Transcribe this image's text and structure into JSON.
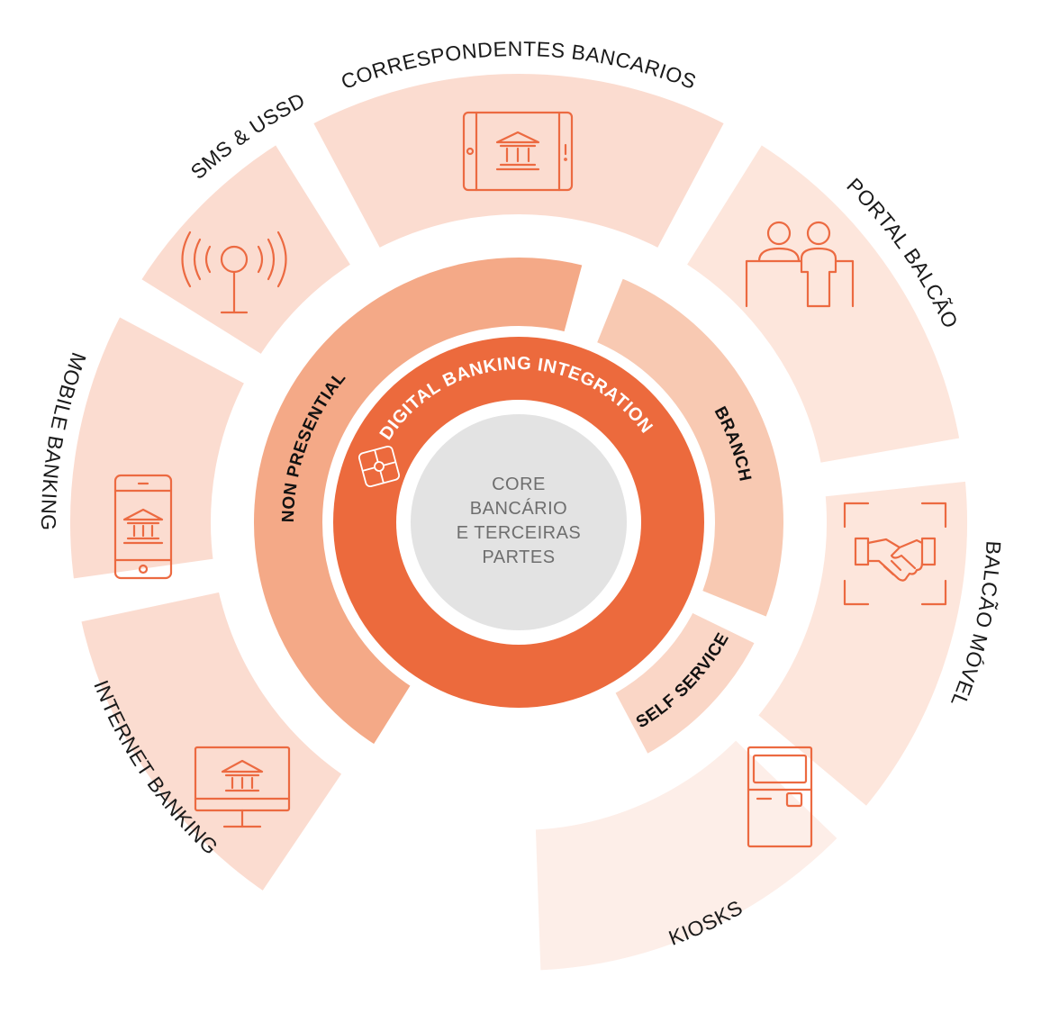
{
  "outer_segments": [
    {
      "id": "correspondentes",
      "label": "CORRESPONDENTES BANCARIOS",
      "icon": "tablet-bank-icon",
      "color": "#fbdcd0"
    },
    {
      "id": "portal-balcao",
      "label": "PORTAL BALCÃO",
      "icon": "counter-people-icon",
      "color": "#fde6dc"
    },
    {
      "id": "balcao-movel",
      "label": "BALCÃO MÓVEL",
      "icon": "handshake-icon",
      "color": "#fde6dc"
    },
    {
      "id": "kiosks",
      "label": "KIOSKS",
      "icon": "kiosk-icon",
      "color": "#fdeee8"
    },
    {
      "id": "internet-banking",
      "label": "INTERNET BANKING",
      "icon": "monitor-bank-icon",
      "color": "#fbdcd0"
    },
    {
      "id": "mobile-banking",
      "label": "MOBILE BANKING",
      "icon": "phone-bank-icon",
      "color": "#fbdcd0"
    },
    {
      "id": "sms-ussd",
      "label": "SMS & USSD",
      "icon": "antenna-icon",
      "color": "#fbdcd0"
    }
  ],
  "middle_segments": [
    {
      "id": "non-presential",
      "label": "NON PRESENTIAL",
      "color": "#f4a987"
    },
    {
      "id": "branch",
      "label": "BRANCH",
      "color": "#f8c9b2"
    },
    {
      "id": "self-service",
      "label": "SELF SERVICE",
      "color": "#fad6c6"
    }
  ],
  "integration_ring": {
    "label": "DIGITAL BANKING INTEGRATION",
    "icon": "puzzle-icon",
    "color": "#ec6a3d"
  },
  "core": {
    "lines": [
      "CORE",
      "BANCÁRIO",
      "E TERCEIRAS",
      "PARTES"
    ],
    "color": "#e3e3e3"
  }
}
